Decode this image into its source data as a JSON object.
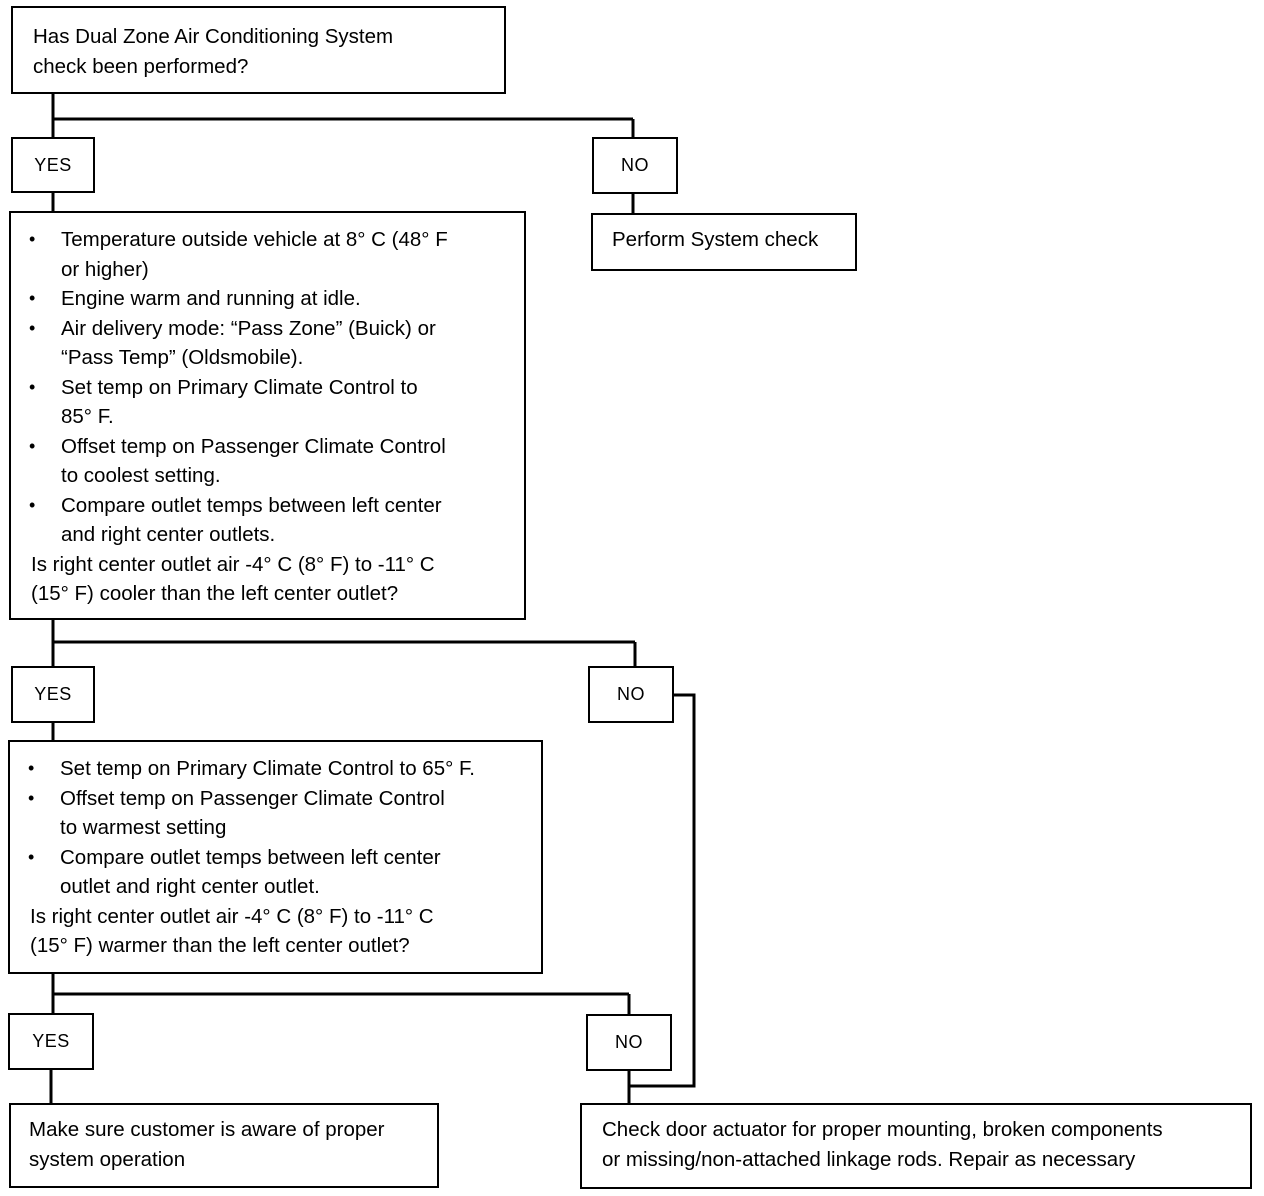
{
  "start": {
    "question_lines": [
      "Has Dual Zone Air Conditioning System",
      "check been performed?"
    ]
  },
  "level1": {
    "yes_label": "YES",
    "no_label": "NO",
    "no_action": "Perform System check",
    "yes_box": {
      "bullets": [
        [
          "Temperature outside vehicle at 8° C (48° F",
          "or higher)"
        ],
        [
          "Engine warm and running at idle."
        ],
        [
          "Air delivery mode: “Pass Zone” (Buick) or",
          "“Pass Temp” (Oldsmobile)."
        ],
        [
          "Set temp on Primary Climate Control to",
          "85° F."
        ],
        [
          "Offset temp on Passenger Climate Control",
          "to coolest setting."
        ],
        [
          "Compare outlet temps between left center",
          "and right center outlets."
        ]
      ],
      "question_lines": [
        "Is right center outlet air -4° C (8° F) to -11° C",
        "(15° F) cooler than the left center outlet?"
      ]
    }
  },
  "level2": {
    "yes_label": "YES",
    "no_label": "NO",
    "yes_box": {
      "bullets": [
        [
          "Set temp on Primary Climate Control to 65° F."
        ],
        [
          "Offset temp on Passenger Climate Control",
          "to warmest setting"
        ],
        [
          "Compare outlet temps between left center",
          "outlet and right center outlet."
        ]
      ],
      "question_lines": [
        "Is right center outlet air -4° C (8° F) to -11° C",
        "(15° F) warmer than the left center outlet?"
      ]
    }
  },
  "level3": {
    "yes_label": "YES",
    "no_label": "NO",
    "yes_action_lines": [
      "Make sure customer is aware of proper",
      "system operation"
    ],
    "no_action_lines": [
      "Check door actuator for proper mounting, broken components",
      "or missing/non-attached linkage rods. Repair as necessary"
    ]
  }
}
